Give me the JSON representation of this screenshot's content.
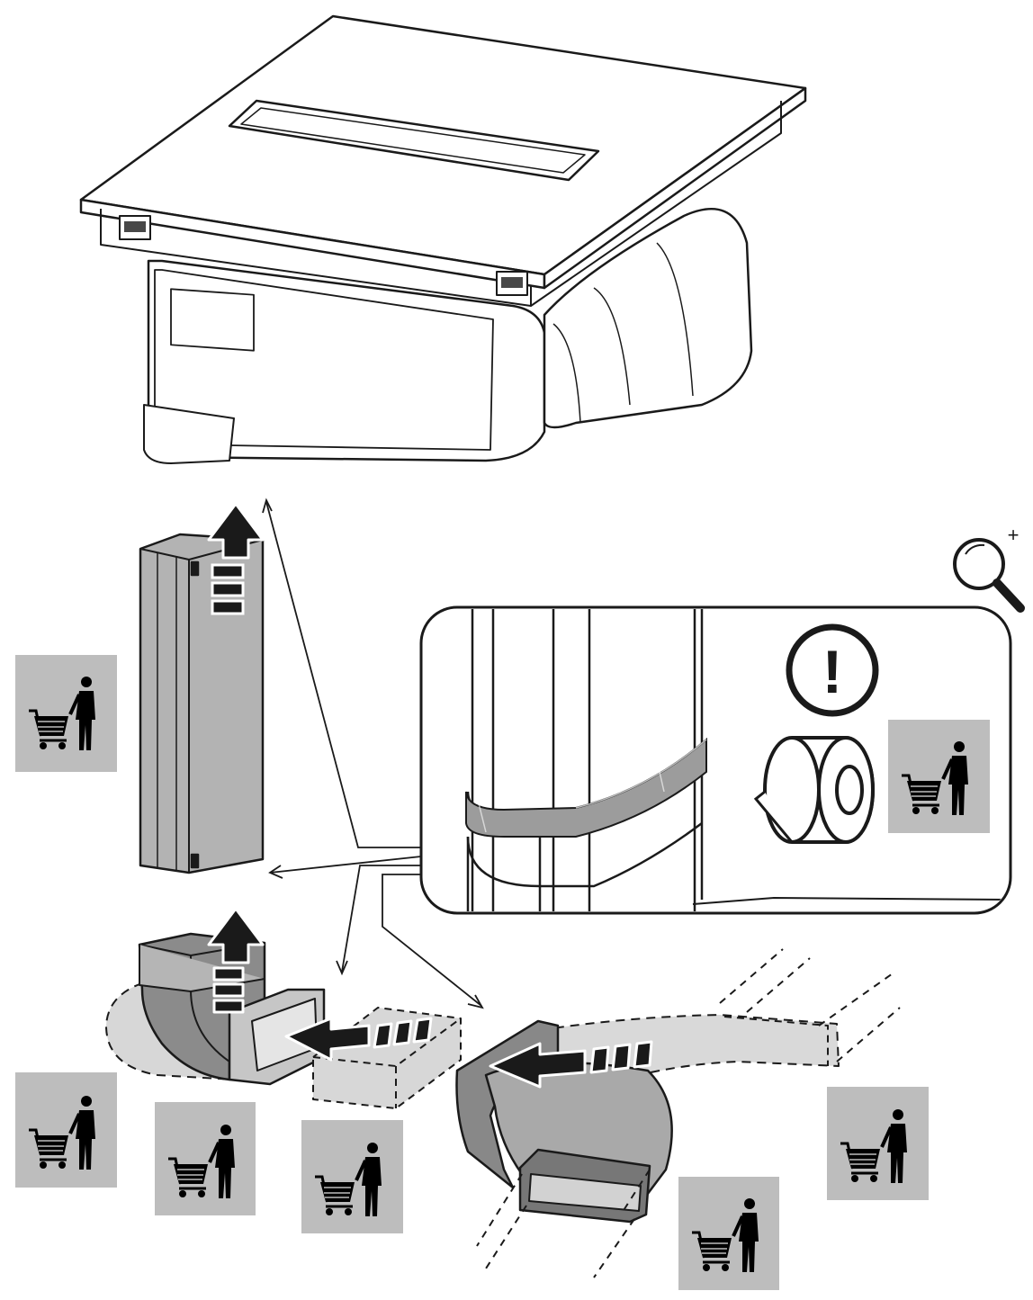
{
  "diagram": {
    "description_labels": [],
    "colors": {
      "line": "#1a1a1a",
      "badge": "#bdbdbd",
      "duct_dark": "#7a7a7a",
      "duct_mid": "#a8a8a8",
      "duct_light": "#cfcfcf",
      "tape": "#9a9a9a",
      "white": "#ffffff"
    },
    "icons": {
      "accessory_badge": "shopping-cart-person-icon",
      "warning": "exclamation-circle-icon",
      "tape_roll": "adhesive-tape-roll-icon",
      "zoom": "magnifier-plus-icon",
      "arrow": "insert-direction-arrow-icon"
    },
    "badges": [
      {
        "id": "badge-straight-duct",
        "meaning": "accessory"
      },
      {
        "id": "badge-detail",
        "meaning": "accessory"
      },
      {
        "id": "badge-left-1",
        "meaning": "accessory"
      },
      {
        "id": "badge-left-2",
        "meaning": "accessory"
      },
      {
        "id": "badge-left-3",
        "meaning": "accessory"
      },
      {
        "id": "badge-right-1",
        "meaning": "accessory"
      },
      {
        "id": "badge-right-2",
        "meaning": "accessory"
      }
    ],
    "zoom_sign": "+",
    "warning_sign": "!"
  }
}
